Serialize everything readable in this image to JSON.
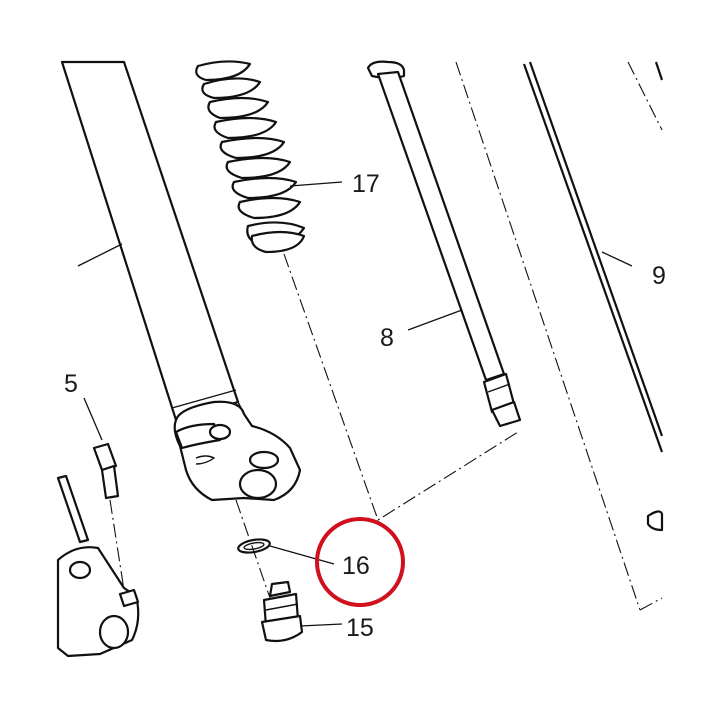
{
  "callouts": {
    "c5": "5",
    "c8": "8",
    "c9": "9",
    "c15": "15",
    "c16": "16",
    "c17": "17"
  },
  "highlight": {
    "target": "16",
    "color": "#d0101c"
  },
  "colors": {
    "line": "#111111",
    "background": "#ffffff",
    "text": "#1a1a1a"
  }
}
